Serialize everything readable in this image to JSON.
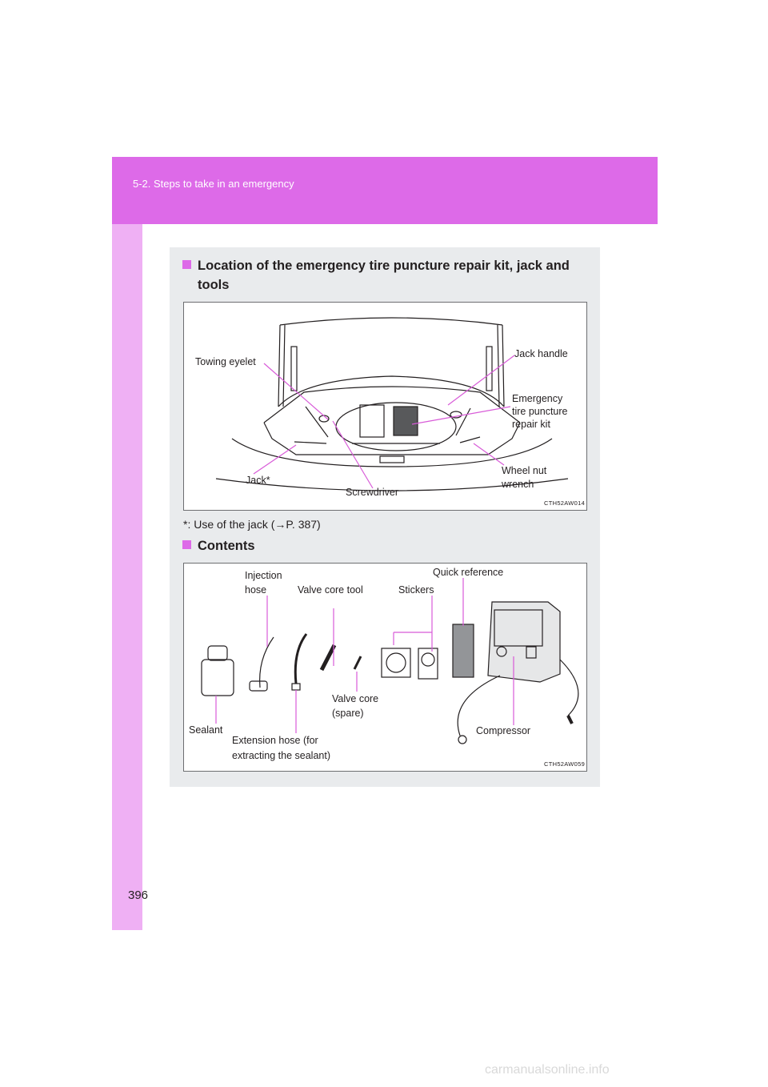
{
  "header": {
    "section": "5-2. Steps to take in an emergency"
  },
  "section1": {
    "title_line1": "Location of the emergency tire puncture repair kit, jack and",
    "title_line2": "tools"
  },
  "figure1": {
    "labels": {
      "towing_eyelet": "Towing eyelet",
      "jack_handle": "Jack handle",
      "emergency_1": "Emergency",
      "emergency_2": "tire puncture",
      "emergency_3": "repair kit",
      "wheel_nut_1": "Wheel nut",
      "wheel_nut_2": "wrench",
      "jack": "Jack*",
      "screwdriver": "Screwdriver"
    },
    "code": "CTH52AW014"
  },
  "note": "*: Use of the jack (→P. 387)",
  "section2": {
    "title": "Contents"
  },
  "figure2": {
    "labels": {
      "injection_1": "Injection",
      "injection_2": "hose",
      "valve_core_tool": "Valve core tool",
      "stickers": "Stickers",
      "quick_reference": "Quick reference",
      "valve_core_1": "Valve core",
      "valve_core_2": "(spare)",
      "sealant": "Sealant",
      "extension_1": "Extension hose (for",
      "extension_2": "extracting the sealant)",
      "compressor": "Compressor"
    },
    "code": "CTH52AW059"
  },
  "page_number": "396",
  "watermark": "carmanualsonline.info"
}
